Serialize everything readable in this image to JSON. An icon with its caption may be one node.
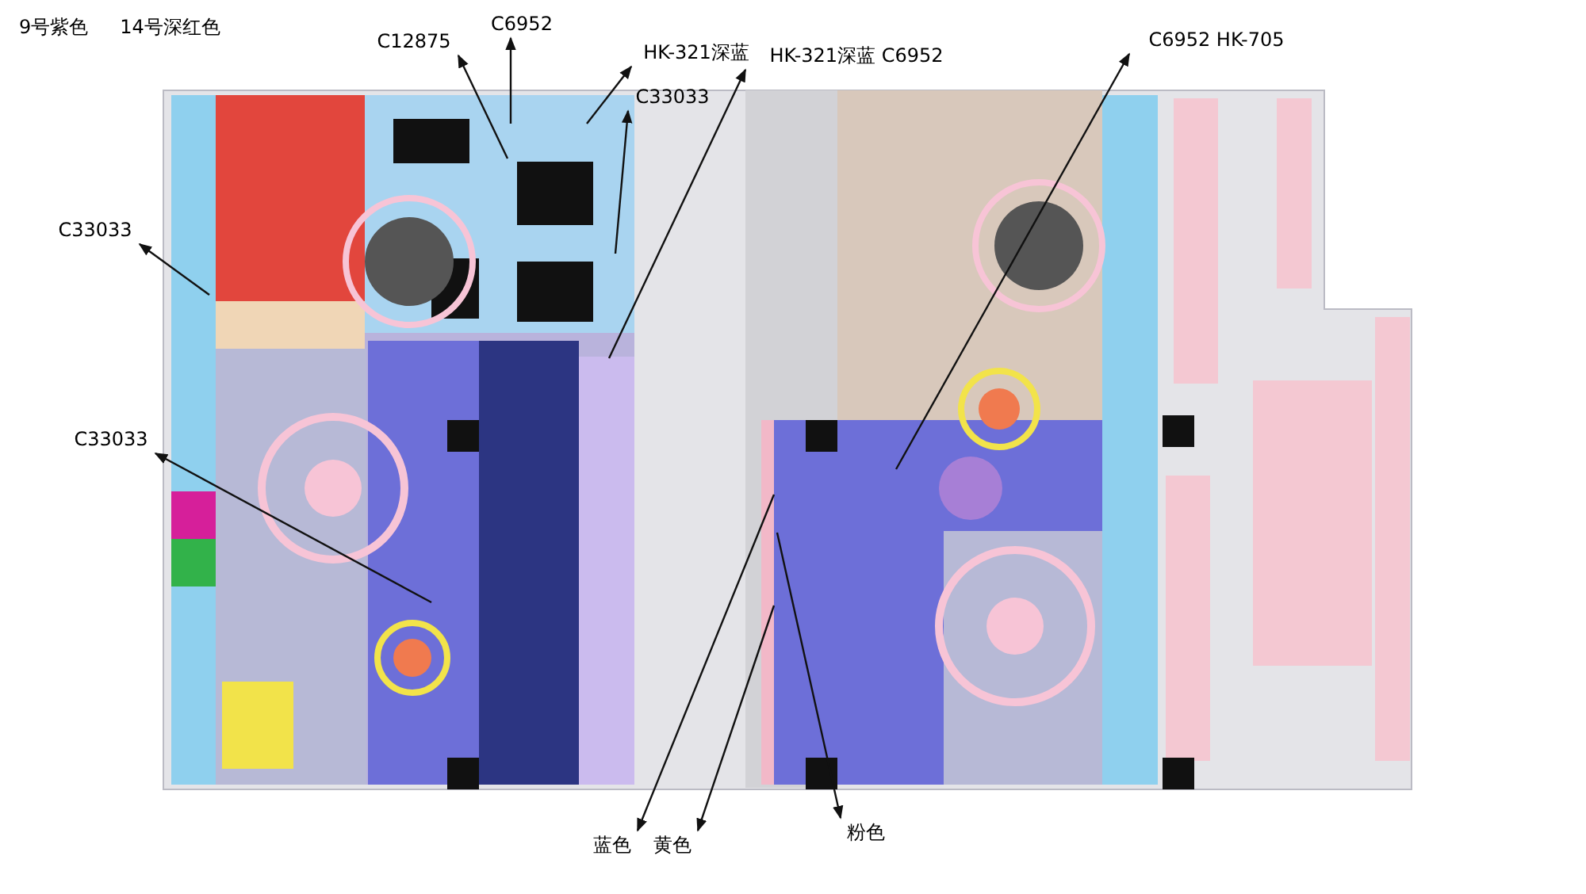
{
  "diagram": {
    "nodes": [
      {
        "text": [
          "C12875"
        ]
      },
      {
        "text": [
          "C6952"
        ]
      },
      {
        "text": [
          "HK-321深蓝"
        ]
      },
      {
        "text": [
          "C33033"
        ]
      },
      {
        "text": [
          "HK-321深蓝 C6952"
        ]
      },
      {
        "text": [
          "C6952 HK-705"
        ]
      },
      {
        "text": [
          "C33033"
        ]
      },
      {
        "text": [
          "C33033"
        ]
      },
      {
        "text": [
          "蓝色"
        ]
      },
      {
        "text": [
          "黄色"
        ]
      },
      {
        "text": [
          "粉色"
        ]
      }
    ],
    "edges": [
      {
        "from": null,
        "to": 0,
        "arrow": "to"
      },
      {
        "from": null,
        "to": 1,
        "arrow": "to"
      },
      {
        "from": null,
        "to": 2,
        "arrow": "to"
      },
      {
        "from": null,
        "to": 3,
        "arrow": "to"
      },
      {
        "from": null,
        "to": 4,
        "arrow": "to"
      },
      {
        "from": null,
        "to": 5,
        "arrow": "to"
      },
      {
        "from": null,
        "to": 6,
        "arrow": "to"
      },
      {
        "from": null,
        "to": 7,
        "arrow": "to"
      },
      {
        "from": null,
        "to": 8,
        "arrow": "to"
      },
      {
        "from": null,
        "to": 9,
        "arrow": "to"
      },
      {
        "from": null,
        "to": 10,
        "arrow": "to"
      }
    ],
    "labels": [
      "9号紫色",
      "14号深红色"
    ]
  }
}
